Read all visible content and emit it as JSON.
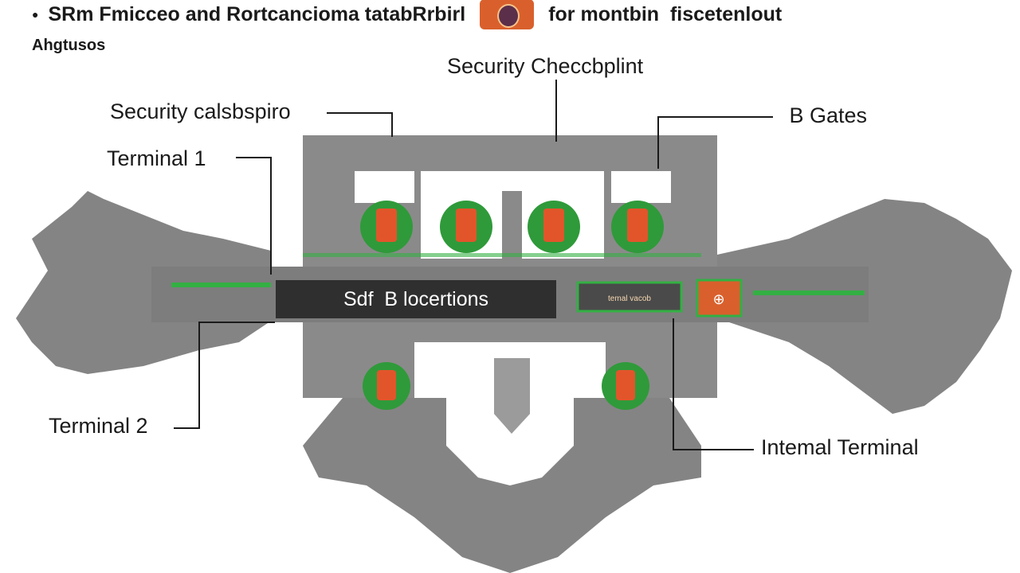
{
  "header": {
    "title_left": "SRm Fmicceo and Rortcancioma tatabRrbirl",
    "title_right": "for montbin ࿿ fiscetenlout",
    "subtitle": "Ahgtusos"
  },
  "labels": {
    "security_checkpoint_top": "Security Checcbplint",
    "security_left": "Security calsbspiro",
    "gates": "࿿ B Gates",
    "terminal_1": "Terminal 1",
    "terminal_2": "Terminal 2",
    "internal_terminal": "Intemal Terminal"
  },
  "banner": {
    "text": "Sdf࿿ ࿿ ࿿B locertions"
  },
  "inset_sign": "temal vacob",
  "colors": {
    "map_gray": "#848484",
    "map_light": "#9b9b9b",
    "checkpoint_green": "#2f9a3a",
    "checkpoint_orange": "#e2552b",
    "accent_green": "#33b043",
    "banner_bg": "#2f2f2f",
    "logo_orange": "#d9602c"
  },
  "icons": {
    "checkpoint": "security-checkpoint-icon",
    "logo": "airport-logo-icon"
  }
}
